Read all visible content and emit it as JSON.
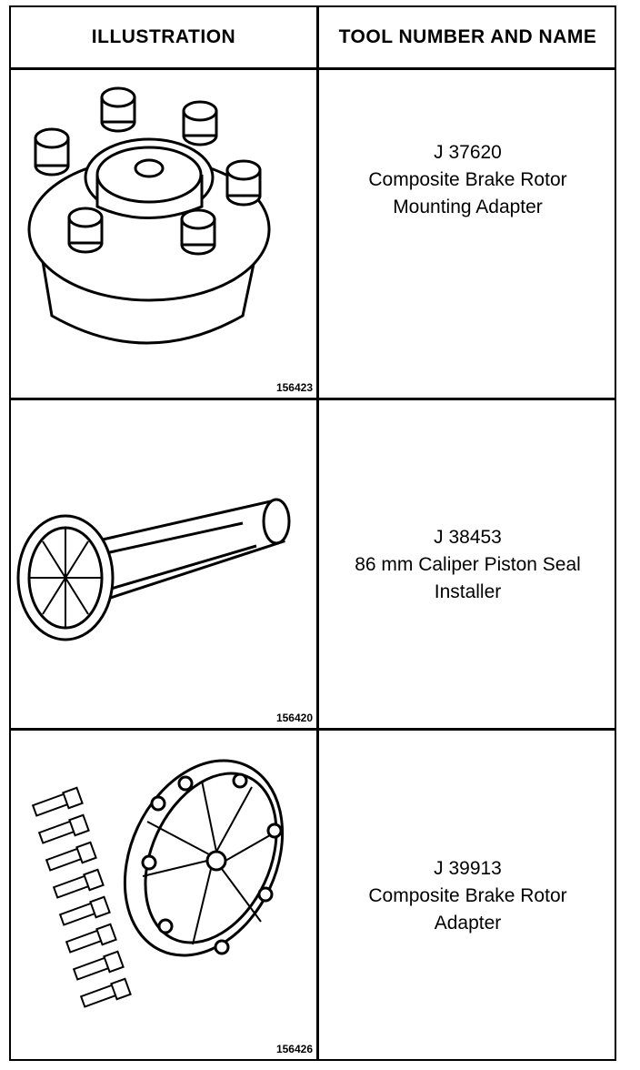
{
  "header": {
    "illustration": "ILLUSTRATION",
    "tool_number_and_name": "TOOL NUMBER AND NAME"
  },
  "rows": [
    {
      "figure_number": "156423",
      "tool_number": "J 37620",
      "name_line1": "Composite Brake Rotor",
      "name_line2": "Mounting Adapter"
    },
    {
      "figure_number": "156420",
      "tool_number": "J 38453",
      "name_line1": "86 mm Caliper Piston Seal",
      "name_line2": "Installer"
    },
    {
      "figure_number": "156426",
      "tool_number": "J 39913",
      "name_line1": "Composite Brake Rotor",
      "name_line2": "Adapter"
    }
  ]
}
